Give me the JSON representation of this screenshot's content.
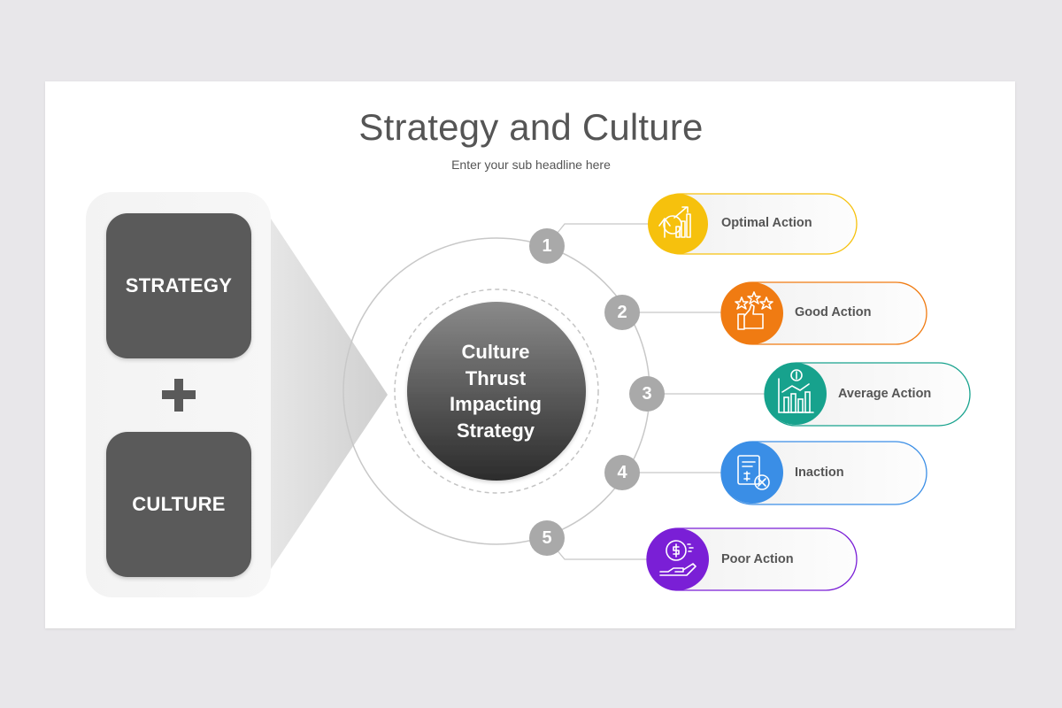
{
  "header": {
    "title": "Strategy and Culture",
    "subtitle": "Enter your sub headline here"
  },
  "left_panel": {
    "box_top": "STRATEGY",
    "box_bottom": "CULTURE",
    "operator": "plus-icon"
  },
  "center": {
    "lines": [
      "Culture",
      "Thrust",
      "Impacting",
      "Strategy"
    ]
  },
  "actions": [
    {
      "number": "1",
      "label": "Optimal Action",
      "color": "#f6c10d",
      "icon": "gear-growth-chart-icon"
    },
    {
      "number": "2",
      "label": "Good Action",
      "color": "#f07b12",
      "icon": "thumbs-up-stars-icon"
    },
    {
      "number": "3",
      "label": "Average Action",
      "color": "#17a28d",
      "icon": "bar-chart-dollar-icon"
    },
    {
      "number": "4",
      "label": "Inaction",
      "color": "#3a8ee6",
      "icon": "document-cancel-dollar-icon"
    },
    {
      "number": "5",
      "label": "Poor Action",
      "color": "#7a1fd6",
      "icon": "hand-dollar-coin-icon"
    }
  ],
  "colors": {
    "box": "#5a5a5a",
    "node": "#a9a9a9",
    "ring": "#c8c8c8"
  }
}
